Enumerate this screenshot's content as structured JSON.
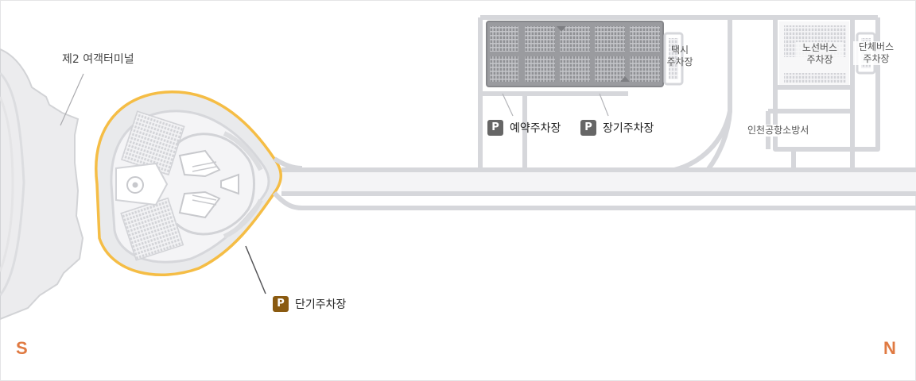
{
  "colors": {
    "road": "#d6d7db",
    "highlight": "#f5bd45",
    "short_term_badge": "#8a5a10",
    "parking_badge": "#666666",
    "compass": "#e07a42"
  },
  "terminal": {
    "label": "제2 여객터미널"
  },
  "parking": {
    "reserved": {
      "badge": "P",
      "label": "예약주차장"
    },
    "long_term": {
      "badge": "P",
      "label": "장기주차장"
    },
    "short_term": {
      "badge": "P",
      "label": "단기주차장"
    }
  },
  "facilities": {
    "taxi_parking": {
      "line1": "택시",
      "line2": "주차장"
    },
    "route_bus_parking": {
      "line1": "노선버스",
      "line2": "주차장"
    },
    "charter_bus_parking": {
      "line1": "단체버스",
      "line2": "주차장"
    },
    "fire_station": {
      "label": "인천공항소방서"
    }
  },
  "compass": {
    "south": "S",
    "north": "N"
  }
}
